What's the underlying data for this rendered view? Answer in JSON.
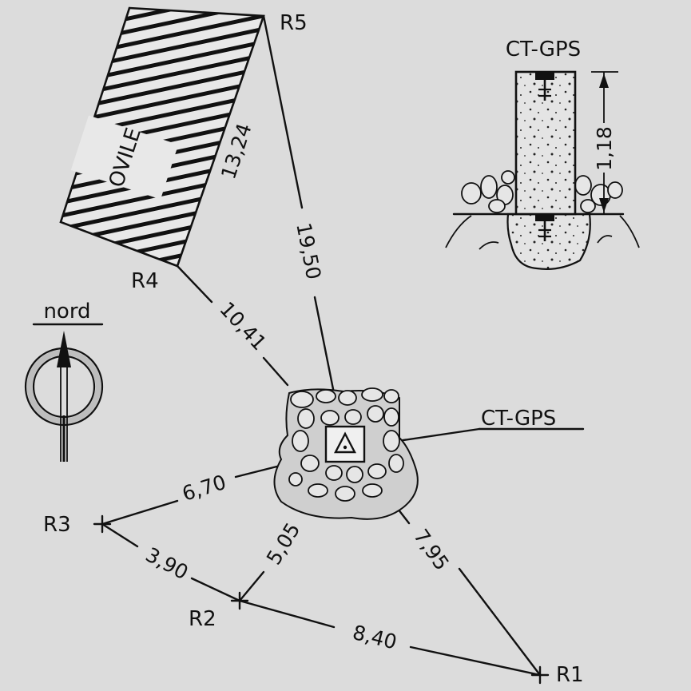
{
  "diagram": {
    "background": "#dcdcdc",
    "ink": "#111111",
    "hatch_fill": "#e8e8e8",
    "points": {
      "r1": "R1",
      "r2": "R2",
      "r3": "R3",
      "r4": "R4",
      "r5": "R5"
    },
    "building_label": "OVILE",
    "benchmark_label": "CT-GPS",
    "north_label": "nord",
    "distances": {
      "r5_r4": "13,24",
      "r5_ct": "19,50",
      "r4_ct": "10,41",
      "r3_ct": "6,70",
      "r3_r2": "3,90",
      "r2_ct": "5,05",
      "r1_ct": "7,95",
      "r2_r1": "8,40"
    },
    "detail": {
      "title": "CT-GPS",
      "height": "1,18"
    }
  }
}
